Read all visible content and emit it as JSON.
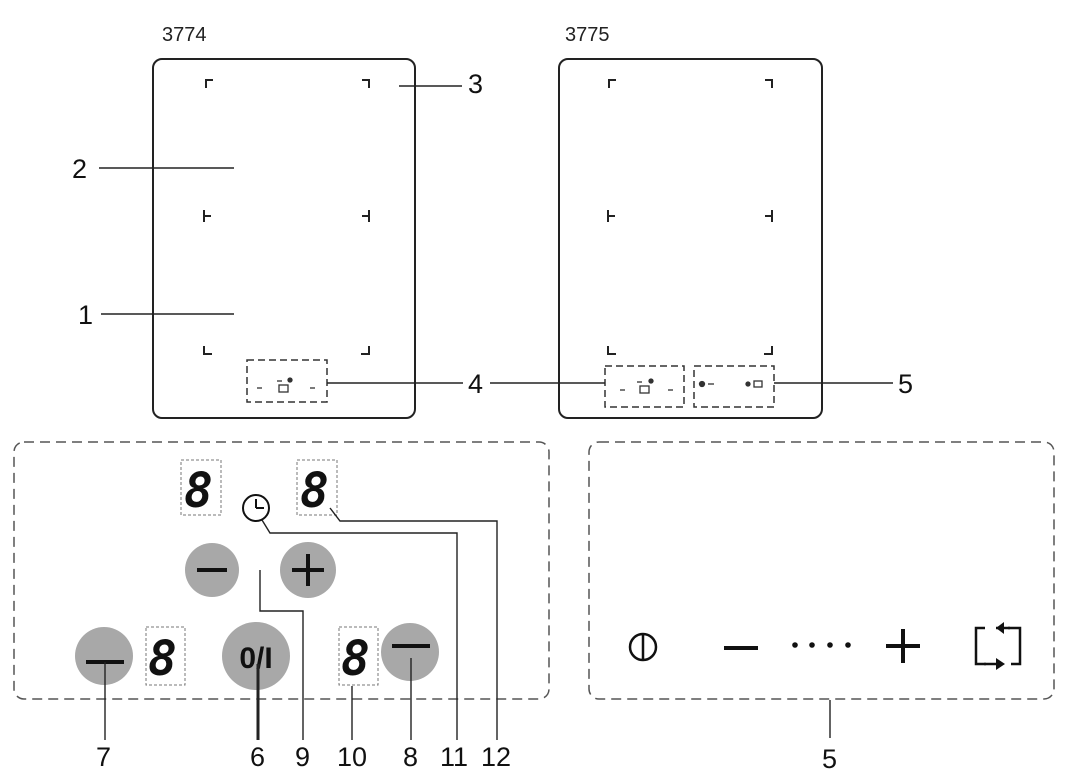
{
  "models": [
    {
      "label": "3774"
    },
    {
      "label": "3775"
    }
  ],
  "callouts": {
    "c1": "1",
    "c2": "2",
    "c3": "3",
    "c4": "4",
    "c5_top": "5",
    "c6": "6",
    "c7": "7",
    "c8": "8",
    "c9": "9",
    "c10": "10",
    "c11": "11",
    "c12": "12",
    "c5_bottom": "5"
  },
  "panel_left": {
    "digit": "8",
    "minus": "−",
    "plus": "+",
    "power": "0/I"
  },
  "panel_right": {
    "minus": "−",
    "dots": "····",
    "plus": "+"
  },
  "colors": {
    "button_fill": "#a8a8a8",
    "line": "#222222",
    "dash": "#555555"
  },
  "icons": [
    "zone-corner-marks",
    "timer-clock-icon",
    "power-icon",
    "bridge-swap-icon"
  ]
}
